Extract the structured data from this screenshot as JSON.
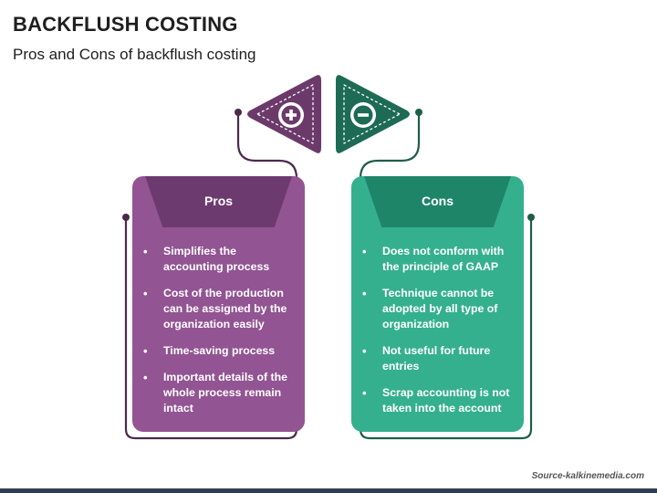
{
  "header": {
    "title": "BACKFLUSH COSTING",
    "subtitle": "Pros and Cons of backflush costing"
  },
  "pros": {
    "heading": "Pros",
    "icon": "plus-circle-icon",
    "color": "#925493",
    "points": [
      "Simplifies the accounting process",
      "Cost of the production can be assigned by the organization easily",
      "Time-saving process",
      "Important details of the whole process remain intact"
    ]
  },
  "cons": {
    "heading": "Cons",
    "icon": "minus-circle-icon",
    "color": "#35b08e",
    "points": [
      "Does not conform with the principle of GAAP",
      "Technique cannot be adopted by all type of organization",
      "Not useful for future entries",
      "Scrap accounting is not taken into the account"
    ]
  },
  "footer": {
    "source": "Source-kalkinemedia.com"
  }
}
